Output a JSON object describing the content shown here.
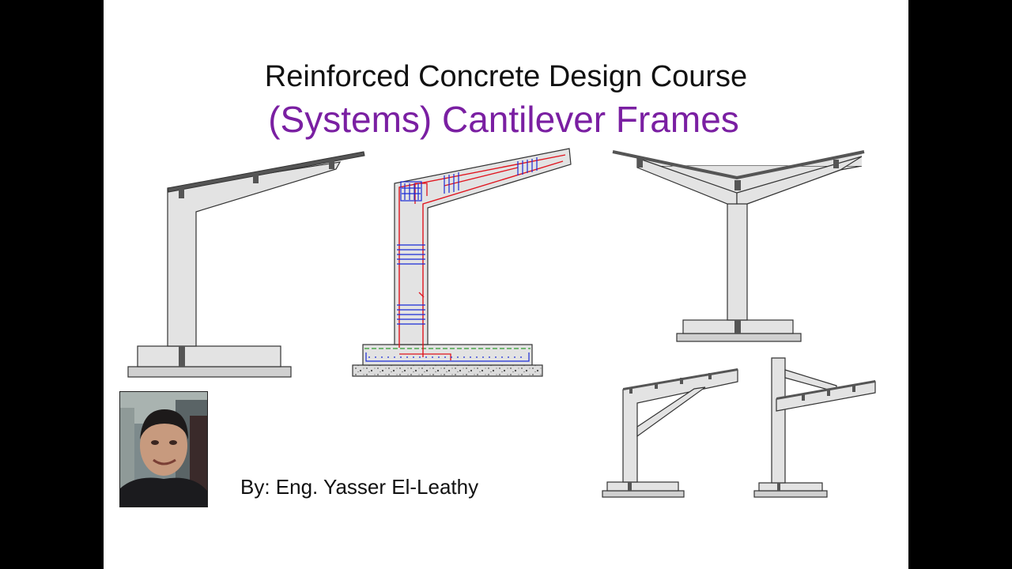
{
  "slide": {
    "title_line1": "Reinforced Concrete Design Course",
    "title_line2": "(Systems) Cantilever Frames",
    "byline": "By: Eng. Yasser El-Leathy"
  },
  "colors": {
    "concrete_fill": "#e3e3e3",
    "outline": "#333333",
    "beam_dark": "#555555",
    "rebar_red": "#e0141e",
    "rebar_blue": "#1a2bd6",
    "subgrade_green": "#2e9a2e",
    "title_purple": "#7a1fa2"
  },
  "photo": {
    "icon": "author-portrait-icon"
  }
}
